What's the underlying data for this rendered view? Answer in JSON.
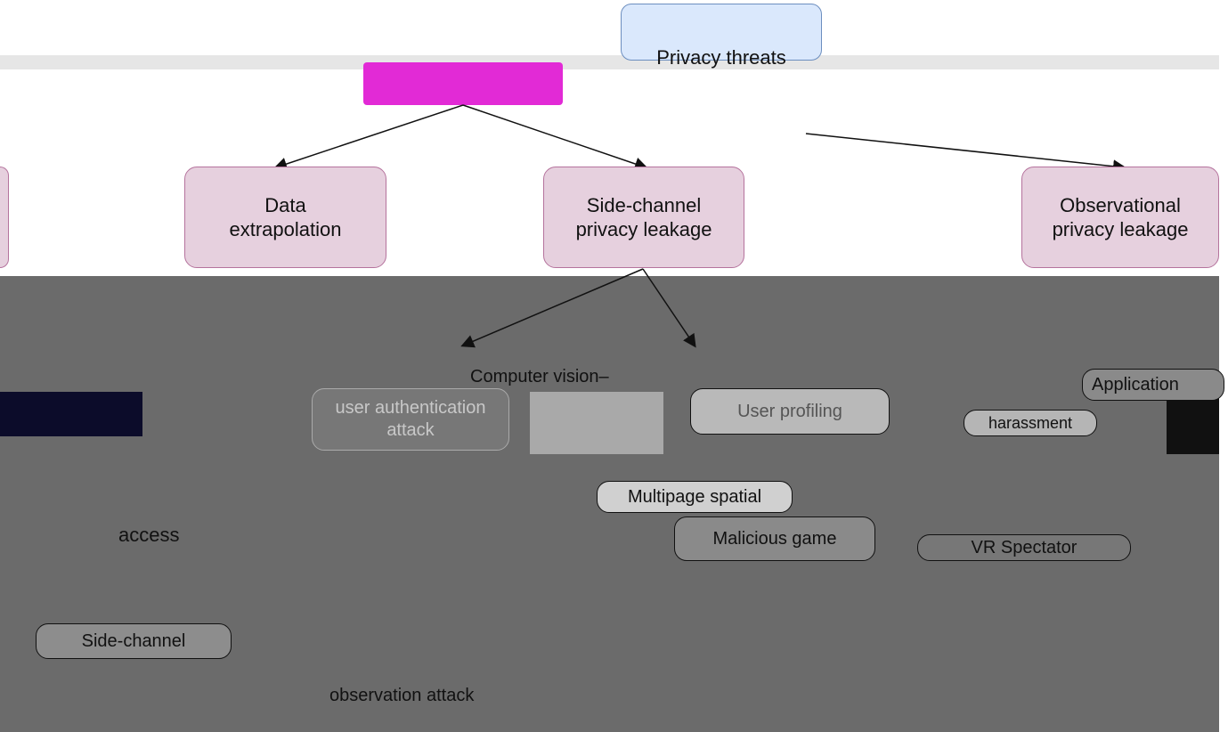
{
  "diagram": {
    "root": {
      "label": "Privacy threats"
    },
    "categories": [
      {
        "id": "data-extrapolation",
        "label": "Data\nextrapolation"
      },
      {
        "id": "side-channel",
        "label": "Side-channel\nprivacy leakage"
      },
      {
        "id": "observational",
        "label": "Observational\nprivacy leakage"
      }
    ],
    "fragments": [
      {
        "id": "computer-vision",
        "label": "Computer vision–"
      },
      {
        "id": "user-profiling",
        "label": "User profiling"
      },
      {
        "id": "malicious-game",
        "label": "Malicious game"
      },
      {
        "id": "multipage",
        "label": "Multipage spatial"
      },
      {
        "id": "access",
        "label": "access"
      },
      {
        "id": "side-channel-leaf",
        "label": "Side-channel"
      },
      {
        "id": "observation-attack",
        "label": "observation attack"
      },
      {
        "id": "application",
        "label": "Application"
      },
      {
        "id": "user-authentication",
        "label": "user authentication\nattack"
      },
      {
        "id": "harassment",
        "label": "harassment"
      },
      {
        "id": "vr-spectator",
        "label": "VR Spectator"
      }
    ]
  }
}
